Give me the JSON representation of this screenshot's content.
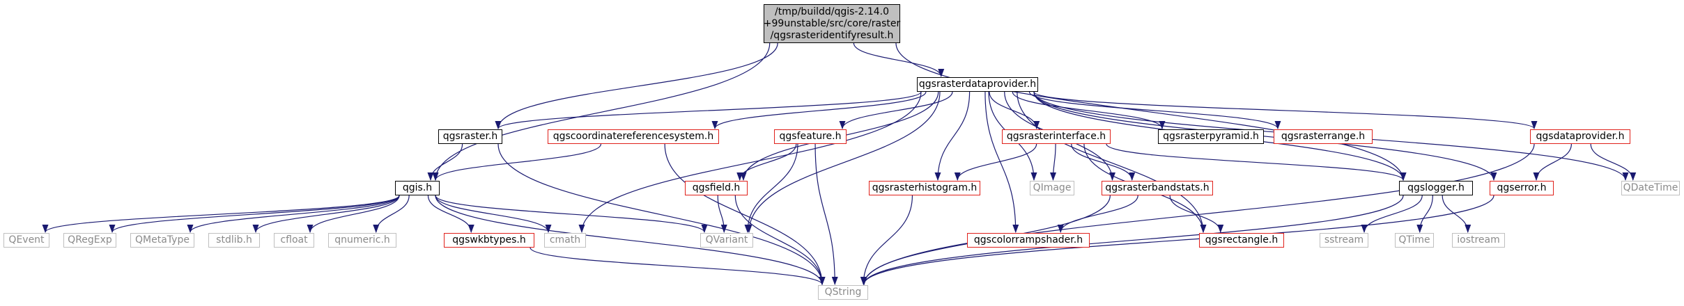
{
  "colors": {
    "edge": "#191970",
    "linked_border": "#000000",
    "external_border": "#e0201a",
    "system_border": "#bfbfbf",
    "root_fill": "#bfbfbf"
  },
  "root": {
    "lines": [
      "/tmp/buildd/qgis-2.14.0",
      "+99unstable/src/core/raster",
      "/qgsrasteridentifyresult.h"
    ]
  },
  "nodes": {
    "qgsrasterdataprovider": "qgsrasterdataprovider.h",
    "qgsraster": "qgsraster.h",
    "qgscrs": "qgscoordinatereferencesystem.h",
    "qgsfeature": "qgsfeature.h",
    "qgsrasterinterface": "qgsrasterinterface.h",
    "qgsrasterpyramid": "qgsrasterpyramid.h",
    "qgsrasterrange": "qgsrasterrange.h",
    "qgsdataprovider": "qgsdataprovider.h",
    "qgis": "qgis.h",
    "qgsfield": "qgsfield.h",
    "qgsrasterhistogram": "qgsrasterhistogram.h",
    "qimage": "QImage",
    "qgsrasterbandstats": "qgsrasterbandstats.h",
    "qgslogger": "qgslogger.h",
    "qgserror": "qgserror.h",
    "qdatetime": "QDateTime",
    "qevent": "QEvent",
    "qregexp": "QRegExp",
    "qmetatype": "QMetaType",
    "stdlib": "stdlib.h",
    "cfloat": "cfloat",
    "qnumeric": "qnumeric.h",
    "qgswkbtypes": "qgswkbtypes.h",
    "cmath": "cmath",
    "qvariant": "QVariant",
    "qgscolorrampshader": "qgscolorrampshader.h",
    "qgsrectangle": "qgsrectangle.h",
    "sstream": "sstream",
    "qtime": "QTime",
    "iostream": "iostream",
    "qstring": "QString"
  },
  "edges": [
    [
      "root",
      "qgsrasterdataprovider"
    ],
    [
      "root",
      "qgsraster"
    ],
    [
      "root",
      "qgis"
    ],
    [
      "root",
      "qgslogger"
    ],
    [
      "qgsrasterdataprovider",
      "qgsraster"
    ],
    [
      "qgsrasterdataprovider",
      "qgscrs"
    ],
    [
      "qgsrasterdataprovider",
      "qgsfeature"
    ],
    [
      "qgsrasterdataprovider",
      "qgsrasterinterface"
    ],
    [
      "qgsrasterdataprovider",
      "qgsrasterpyramid"
    ],
    [
      "qgsrasterdataprovider",
      "qgsrasterrange"
    ],
    [
      "qgsrasterdataprovider",
      "qgsdataprovider"
    ],
    [
      "qgsrasterdataprovider",
      "qdatetime"
    ],
    [
      "qgsrasterdataprovider",
      "cmath"
    ],
    [
      "qgsrasterdataprovider",
      "qgsfield"
    ],
    [
      "qgsrasterdataprovider",
      "qvariant"
    ],
    [
      "qgsrasterdataprovider",
      "qgsrasterhistogram"
    ],
    [
      "qgsrasterdataprovider",
      "qimage"
    ],
    [
      "qgsrasterdataprovider",
      "qgscolorrampshader"
    ],
    [
      "qgsrasterdataprovider",
      "qgsrasterbandstats"
    ],
    [
      "qgsrasterdataprovider",
      "qgsrectangle"
    ],
    [
      "qgsrasterdataprovider",
      "qgslogger"
    ],
    [
      "qgsrasterdataprovider",
      "qgserror"
    ],
    [
      "qgsraster",
      "qgis"
    ],
    [
      "qgsraster",
      "qstring"
    ],
    [
      "qgscrs",
      "qgis"
    ],
    [
      "qgscrs",
      "qstring"
    ],
    [
      "qgsfeature",
      "qgsfield"
    ],
    [
      "qgsfeature",
      "qvariant"
    ],
    [
      "qgsfeature",
      "qstring"
    ],
    [
      "qgsrasterinterface",
      "qgsrasterhistogram"
    ],
    [
      "qgsrasterinterface",
      "qimage"
    ],
    [
      "qgsrasterinterface",
      "qgsrasterbandstats"
    ],
    [
      "qgsrasterinterface",
      "qgslogger"
    ],
    [
      "qgsrasterinterface",
      "qgsrectangle"
    ],
    [
      "qgsdataprovider",
      "qgserror"
    ],
    [
      "qgsdataprovider",
      "qdatetime"
    ],
    [
      "qgsdataprovider",
      "qstring"
    ],
    [
      "qgis",
      "qevent"
    ],
    [
      "qgis",
      "qregexp"
    ],
    [
      "qgis",
      "qmetatype"
    ],
    [
      "qgis",
      "stdlib"
    ],
    [
      "qgis",
      "cfloat"
    ],
    [
      "qgis",
      "qnumeric"
    ],
    [
      "qgis",
      "qgswkbtypes"
    ],
    [
      "qgis",
      "cmath"
    ],
    [
      "qgis",
      "qvariant"
    ],
    [
      "qgis",
      "qstring"
    ],
    [
      "qgsfield",
      "qvariant"
    ],
    [
      "qgsfield",
      "qstring"
    ],
    [
      "qgsrasterhistogram",
      "qstring"
    ],
    [
      "qgsrasterbandstats",
      "qgscolorrampshader"
    ],
    [
      "qgsrasterbandstats",
      "qgsrectangle"
    ],
    [
      "qgsrasterbandstats",
      "qstring"
    ],
    [
      "qgslogger",
      "sstream"
    ],
    [
      "qgslogger",
      "qtime"
    ],
    [
      "qgslogger",
      "iostream"
    ],
    [
      "qgslogger",
      "qstring"
    ],
    [
      "qgserror",
      "qstring"
    ],
    [
      "qgswkbtypes",
      "qstring"
    ]
  ]
}
